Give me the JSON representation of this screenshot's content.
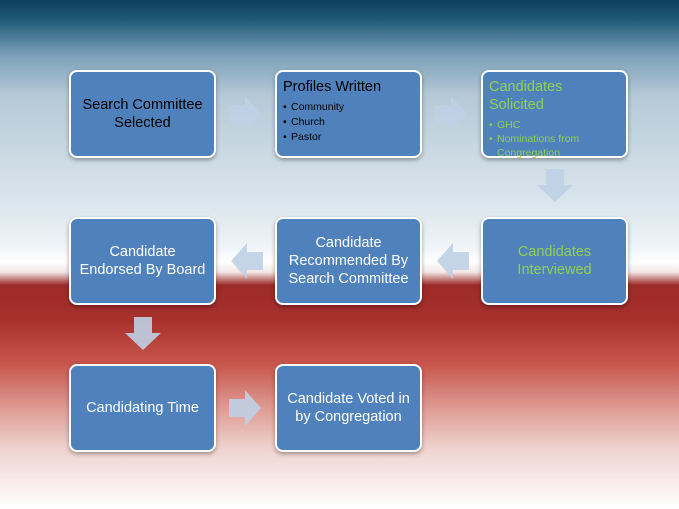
{
  "boxes": {
    "search_committee": "Search Committee Selected",
    "profiles": {
      "title": "Profiles Written",
      "items": [
        "Community",
        "Church",
        "Pastor"
      ]
    },
    "solicited": {
      "title": "Candidates Solicited",
      "items": [
        "GHC",
        "Nominations from Congregation"
      ]
    },
    "interviewed": "Candidates Interviewed",
    "recommended": "Candidate Recommended By Search Committee",
    "endorsed": "Candidate Endorsed By Board",
    "candidating": "Candidating Time",
    "voted": "Candidate Voted in by Congregation"
  },
  "colors": {
    "box_fill": "#4f81bd",
    "box_border": "#ffffff",
    "arrow": "#bfd0e6",
    "green_text": "#92d050"
  }
}
